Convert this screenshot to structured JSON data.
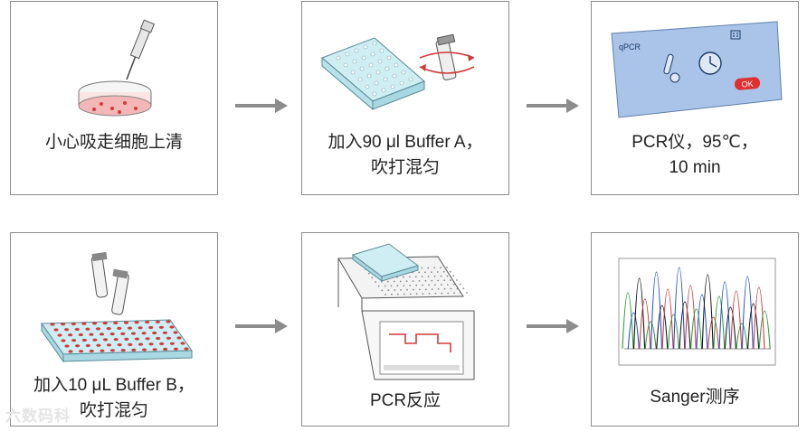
{
  "steps": [
    {
      "lines": [
        "小心吸走细胞上清"
      ]
    },
    {
      "lines": [
        "加入90 μl Buffer A，",
        "吹打混匀"
      ]
    },
    {
      "lines": [
        "PCR仪，95℃，",
        "10 min"
      ]
    },
    {
      "lines": [
        "加入10 μL Buffer B，",
        "吹打混匀"
      ]
    },
    {
      "lines": [
        "PCR反应"
      ]
    },
    {
      "lines": [
        "Sanger测序"
      ]
    }
  ],
  "device": {
    "label": "qPCR",
    "ok_label": "OK"
  },
  "watermark": "六数码科",
  "colors": {
    "border": "#8c8c8c",
    "arrow": "#8c8c8c",
    "device_screen": "#a9c4e8",
    "ok_button": "#e03030",
    "plate": "#bfe6ee",
    "wells": "#d23a3a"
  }
}
